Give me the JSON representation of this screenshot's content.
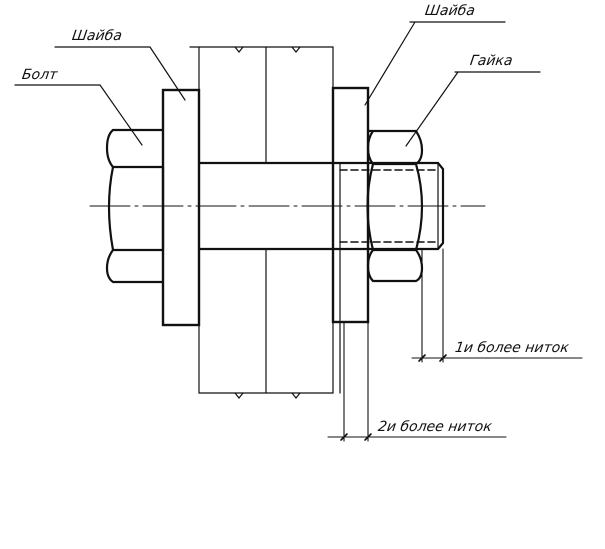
{
  "labels": {
    "washer_left": "Шайба",
    "bolt": "Болт",
    "washer_right": "Шайба",
    "nut": "Гайка",
    "threads_min_1": "1и более ниток",
    "threads_min_2": "2и более ниток"
  },
  "colors": {
    "ink": "#111111",
    "background": "#ffffff"
  }
}
